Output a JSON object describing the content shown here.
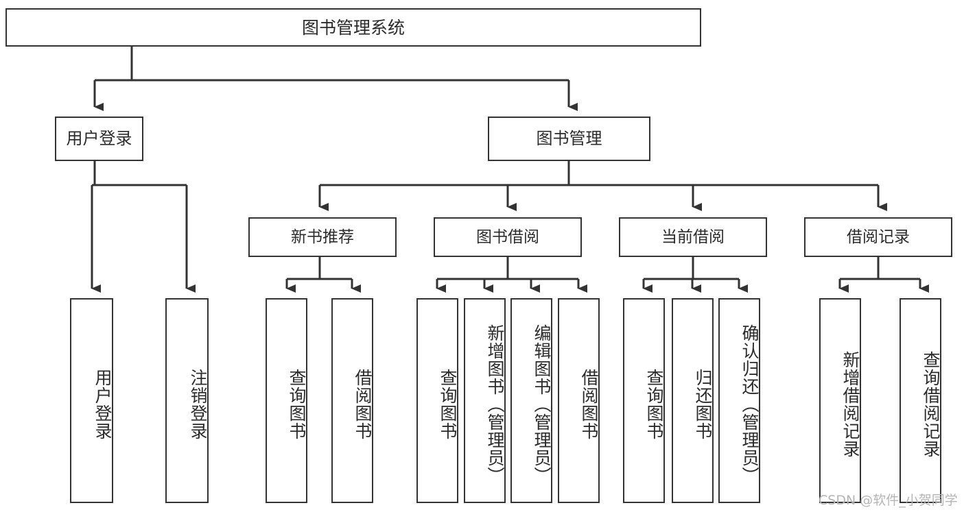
{
  "diagram": {
    "title": "图书管理系统",
    "type": "tree-hierarchy-diagram",
    "root": {
      "label": "图书管理系统"
    },
    "level1": [
      {
        "label": "用户登录"
      },
      {
        "label": "图书管理"
      }
    ],
    "level2": [
      {
        "label": "新书推荐"
      },
      {
        "label": "图书借阅"
      },
      {
        "label": "当前借阅"
      },
      {
        "label": "借阅记录"
      }
    ],
    "leaves": {
      "user_login": [
        {
          "label": "用户登录"
        },
        {
          "label": "注销登录"
        }
      ],
      "new_book_recommend": [
        {
          "label": "查询图书"
        },
        {
          "label": "借阅图书"
        }
      ],
      "book_borrow": [
        {
          "label": "查询图书"
        },
        {
          "label": "新增图书（管理员）"
        },
        {
          "label": "编辑图书（管理员）"
        },
        {
          "label": "借阅图书"
        }
      ],
      "current_borrow": [
        {
          "label": "查询图书"
        },
        {
          "label": "归还图书"
        },
        {
          "label": "确认归还（管理员）"
        }
      ],
      "borrow_record": [
        {
          "label": "新增借阅记录"
        },
        {
          "label": "查询借阅记录"
        }
      ]
    }
  },
  "watermark": {
    "text": "CSDN @软件_小贺同学"
  },
  "colors": {
    "stroke": "#333333",
    "text": "#2b2b2b",
    "background": "#ffffff",
    "watermark": "#b5b5b5"
  }
}
